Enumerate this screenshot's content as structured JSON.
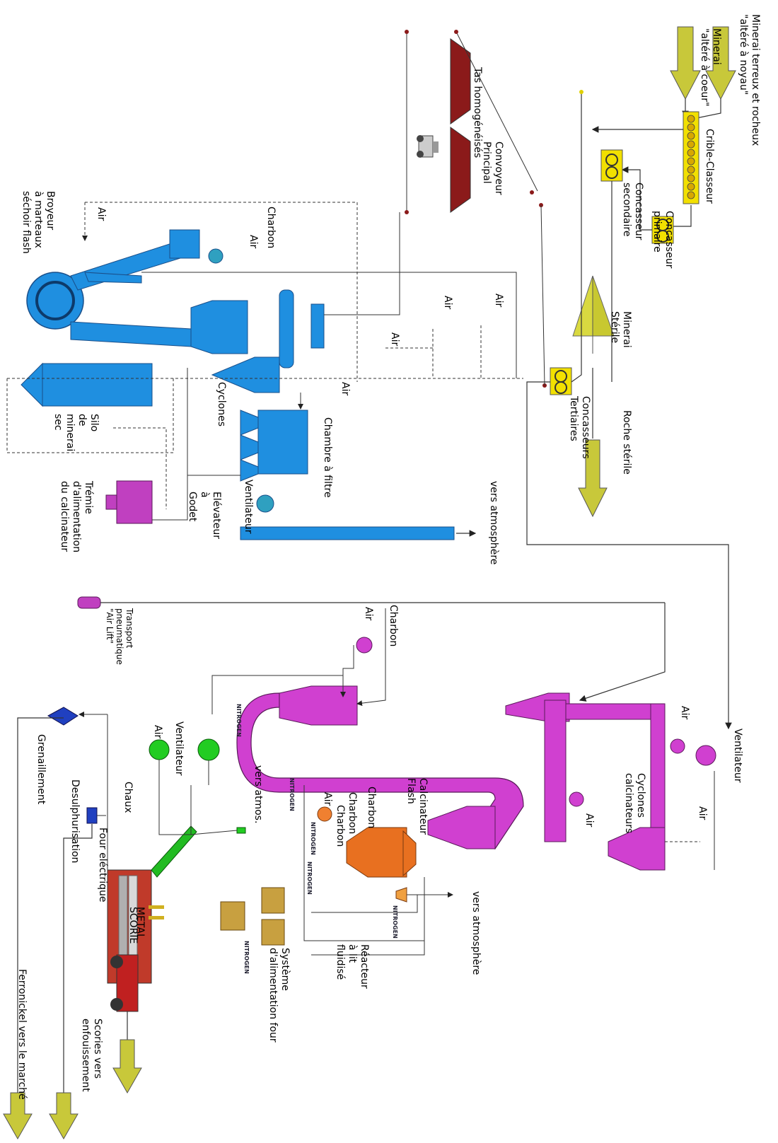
{
  "labels": {
    "ore_earthy_1": "Minerai terreux et rocheux",
    "ore_earthy_2": "\"altéré à noyau\"",
    "ore_core_1": "Minerai",
    "ore_core_2": "\"altéré à coeur\"",
    "crible": "Crible-Classeur",
    "concasseur_primaire_1": "Concasseur",
    "concasseur_primaire_2": "primaire",
    "concasseur_secondaire_1": "Concasseur",
    "concasseur_secondaire_2": "secondaire",
    "minerai_sterile_1": "Minerai",
    "minerai_sterile_2": "Stérile",
    "concasseurs_tertiaires_1": "Concasseurs",
    "concasseurs_tertiaires_2": "Tertiaires",
    "roche_sterile": "Roche stérile",
    "tas": "Tas homogénéisés",
    "convoyeur_1": "Convoyeur",
    "convoyeur_2": "Principal",
    "charbon": "Charbon",
    "air": "Air",
    "broyeur_1": "Broyeur",
    "broyeur_2": "à marteaux",
    "broyeur_3": "séchoir flash",
    "cyclones": "Cyclones",
    "chambre_filtre": "Chambre à filtre",
    "ventilateur": "Ventilateur",
    "vers_atmosphere": "vers atmosphère",
    "elevateur_1": "Elévateur",
    "elevateur_2": "à",
    "elevateur_3": "Godet",
    "silo_1": "Silo",
    "silo_2": "de",
    "silo_3": "minerai",
    "silo_4": "sec",
    "tremie_1": "Trémie",
    "tremie_2": "d'alimentation",
    "tremie_3": "du calcinateur",
    "transport_1": "Transport",
    "transport_2": "pneumatique",
    "transport_3": "\"Air Lift\"",
    "nitrogen": "NITROGEN",
    "calcinateur_1": "Calcinateur",
    "calcinateur_2": "Flash",
    "cyclones_calc_1": "Cyclones",
    "cyclones_calc_2": "calcinateurs",
    "vers_atmos": "vers atmos.",
    "reacteur_1": "Réacteur",
    "reacteur_2": "à lit",
    "reacteur_3": "fluidisé",
    "systeme_1": "Système",
    "systeme_2": "d'alimentation four",
    "chaux": "Chaux",
    "four_1": "Four eléctrique",
    "scorie": "SCORIE",
    "metal": "METAL",
    "desulph": "Desulphurisation",
    "grenaillement": "Grenaillement",
    "ferronickel": "Ferronickel vers le marché",
    "scories_1": "Scories vers",
    "scories_2": "enfouissement"
  },
  "colors": {
    "ore_arrow": "#c8c83a",
    "crusher": "#f2e000",
    "dryer": "#1f8fe0",
    "calciner": "#d040d0",
    "reactor": "#e87020",
    "furnace": "#c03a2a",
    "stockpile": "#8b1a1a",
    "green_fan": "#22cc22",
    "line": "#222222"
  }
}
